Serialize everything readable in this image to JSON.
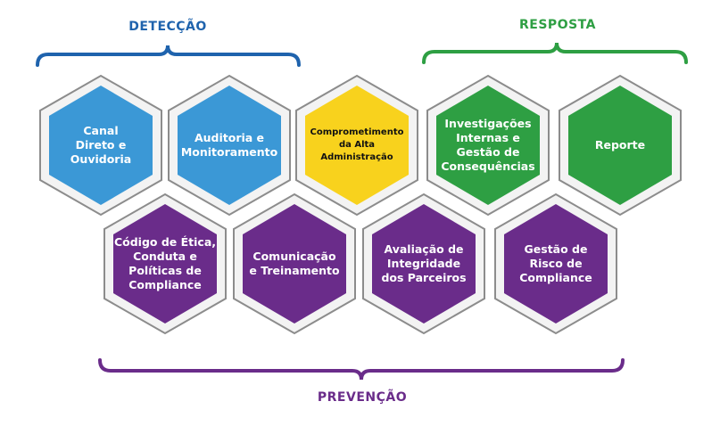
{
  "groups": {
    "deteccao": "DETECÇÃO",
    "resposta": "RESPOSTA",
    "prevencao": "PREVENÇÃO"
  },
  "colors": {
    "blue": "#3b98d6",
    "yellow": "#f8d21d",
    "green": "#2e9f43",
    "purple": "#6a2c8a",
    "deteccao_label": "#1f63ad",
    "resposta_label": "#2e9f43",
    "prevencao_label": "#6a2c8a",
    "hex_border": "#8c8c8c"
  },
  "hexagons": {
    "canal": "Canal\nDireto e\nOuvidoria",
    "auditoria": "Auditoria e\nMonitoramento",
    "comprometimento": "Comprometimento\nda Alta\nAdministração",
    "investigacoes": "Investigações\nInternas e\nGestão de\nConsequências",
    "reporte": "Reporte",
    "codigo": "Código de Ética,\nConduta e\nPolíticas de\nCompliance",
    "comunicacao": "Comunicação\ne Treinamento",
    "avaliacao": "Avaliação de\nIntegridade\ndos Parceiros",
    "gestao_risco": "Gestão de\nRisco de\nCompliance"
  }
}
